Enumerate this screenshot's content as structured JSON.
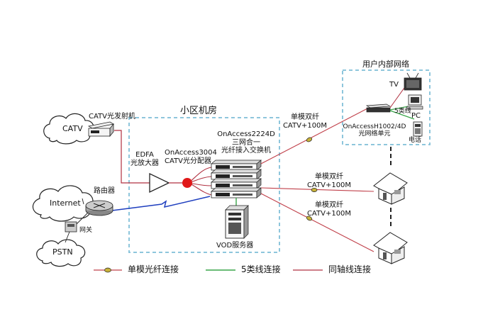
{
  "clouds": {
    "catv": "CATV",
    "internet": "Internet",
    "pstn": "PSTN"
  },
  "labels": {
    "catv_transmitter": "CATV光发射机",
    "community_room": "小区机房",
    "edfa_line1": "EDFA",
    "edfa_line2": "光放大器",
    "splitter_line1": "OnAccess3004",
    "splitter_line2": "CATV光分配器",
    "switch_line1": "OnAccess2224D",
    "switch_line2": "三网合一",
    "switch_line3": "光纤接入交换机",
    "router": "路由器",
    "gateway": "网关",
    "vod_server": "VOD服务器",
    "user_network": "用户内部网络",
    "tv": "TV",
    "pc": "PC",
    "cat5": "5类线",
    "phone": "电话",
    "onu_line1": "OnAccessH1002/4D",
    "onu_line2": "光网络单元",
    "fiber_top_line1": "单模双纤",
    "fiber_top_line2": "CATV+100M",
    "fiber_mid_line1": "单模双纤",
    "fiber_mid_line2": "CATV+100M",
    "fiber_bot_line1": "单模双纤",
    "fiber_bot_line2": "CATV+100M"
  },
  "legend": {
    "fiber": "单模光纤连接",
    "cat5": "5类线连接",
    "coax": "同轴线连接"
  },
  "colors": {
    "fiber": "#c0404a",
    "cat5": "#3aa64a",
    "coax": "#b03040",
    "dashed_box": "#8ec6dc",
    "splitter_dot": "#e01818",
    "wan_link": "#1f3fbf"
  }
}
